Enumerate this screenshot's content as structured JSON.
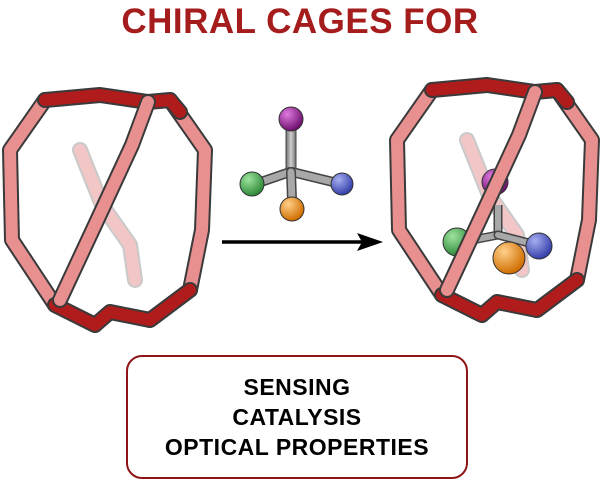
{
  "title": "CHIRAL CAGES FOR",
  "applications": [
    "SENSING",
    "CATALYSIS",
    "OPTICAL PROPERTIES"
  ],
  "colors": {
    "title": "#a51c1c",
    "cage_dark": "#b01c1c",
    "cage_light": "#e89090",
    "arrow": "#000000",
    "box_border": "#8e1515",
    "atom_iodine": "#8a1a8a",
    "atom_chlorine": "#3fa64a",
    "atom_nitrogen": "#4a58c8",
    "atom_fluorine": "#ef8c14",
    "bond_carbon": "#9a9a9a"
  }
}
